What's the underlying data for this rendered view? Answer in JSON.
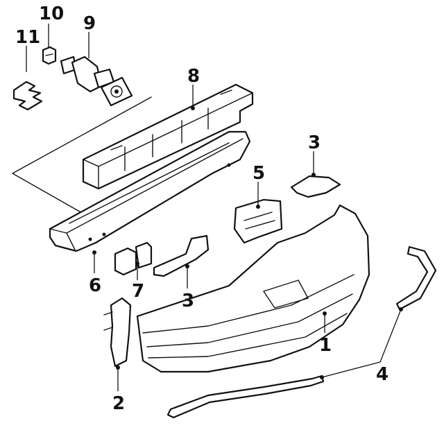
{
  "diagram": {
    "callouts": [
      {
        "id": "c10",
        "label": "10"
      },
      {
        "id": "c9",
        "label": "9"
      },
      {
        "id": "c11",
        "label": "11"
      },
      {
        "id": "c8",
        "label": "8"
      },
      {
        "id": "c3a",
        "label": "3"
      },
      {
        "id": "c5",
        "label": "5"
      },
      {
        "id": "c6",
        "label": "6"
      },
      {
        "id": "c7",
        "label": "7"
      },
      {
        "id": "c3b",
        "label": "3"
      },
      {
        "id": "c1",
        "label": "1"
      },
      {
        "id": "c4",
        "label": "4"
      },
      {
        "id": "c2",
        "label": "2"
      }
    ]
  },
  "colors": {
    "ink": "#111111",
    "paper": "#ffffff"
  }
}
